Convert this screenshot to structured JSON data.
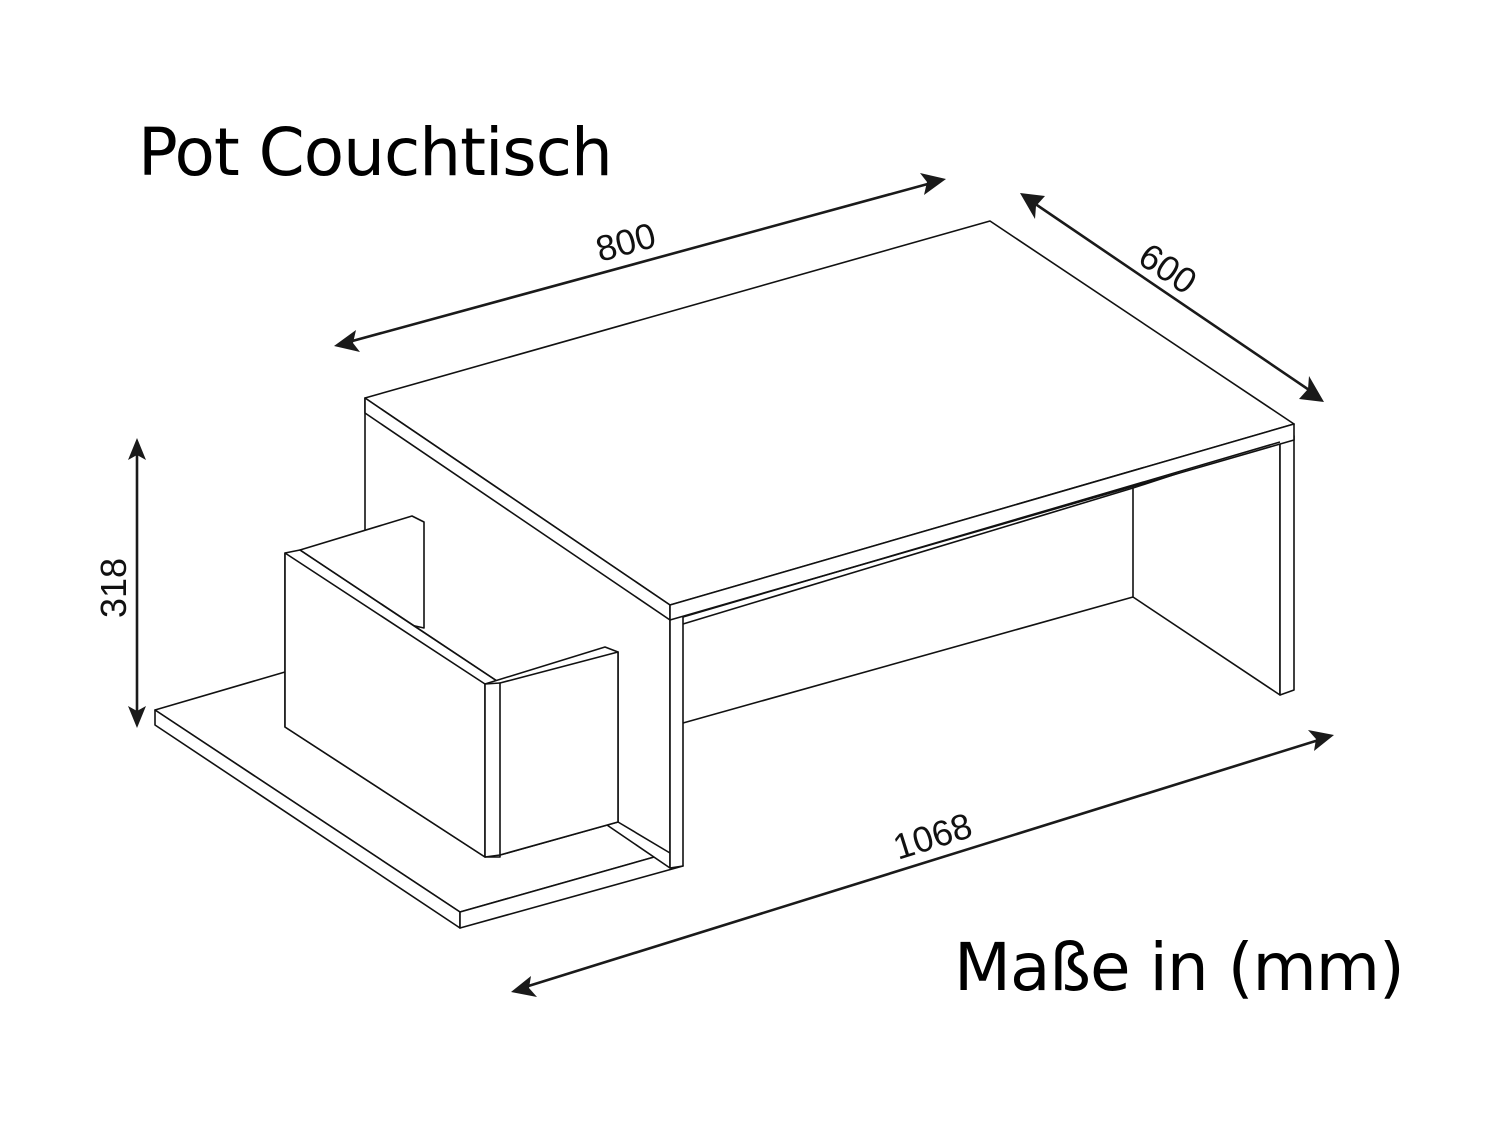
{
  "diagram": {
    "title": "Pot Couchtisch",
    "units_note": "Maße in (mm)",
    "subject": "coffee table isometric line drawing",
    "line_color": "#111111",
    "background_color": "#ffffff",
    "dimensions": {
      "width": {
        "label": "800",
        "value_mm": 800,
        "axis": "table top length"
      },
      "depth": {
        "label": "600",
        "value_mm": 600,
        "axis": "table top depth"
      },
      "height": {
        "label": "318",
        "value_mm": 318,
        "axis": "overall height"
      },
      "total_length": {
        "label": "1068",
        "value_mm": 1068,
        "axis": "overall length incl. base shelf"
      }
    }
  }
}
